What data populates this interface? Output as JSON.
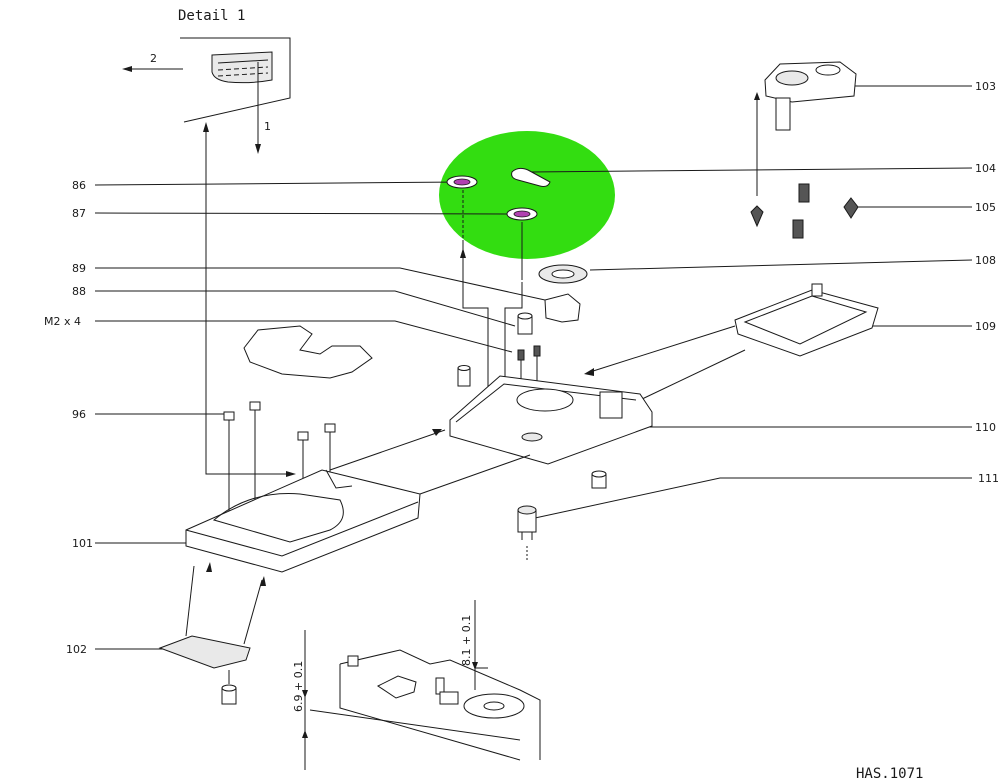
{
  "title": "Detail 1",
  "doc_code": "HAS.1071",
  "highlight_color": "#33dd11",
  "accent_color": "#b040b0",
  "detail_arrows": {
    "a": "2",
    "b": "1"
  },
  "callouts": {
    "p86": "86",
    "p87": "87",
    "p89": "89",
    "p88": "88",
    "m2x4": "M2 x 4",
    "p96": "96",
    "p101": "101",
    "p102": "102",
    "p103": "103",
    "p104": "104",
    "p105": "105",
    "p108": "108",
    "p109": "109",
    "p110": "110",
    "p111": "111"
  },
  "dimensions": {
    "left": "6.9 + 0.1",
    "right": "8.1 + 0.1"
  }
}
